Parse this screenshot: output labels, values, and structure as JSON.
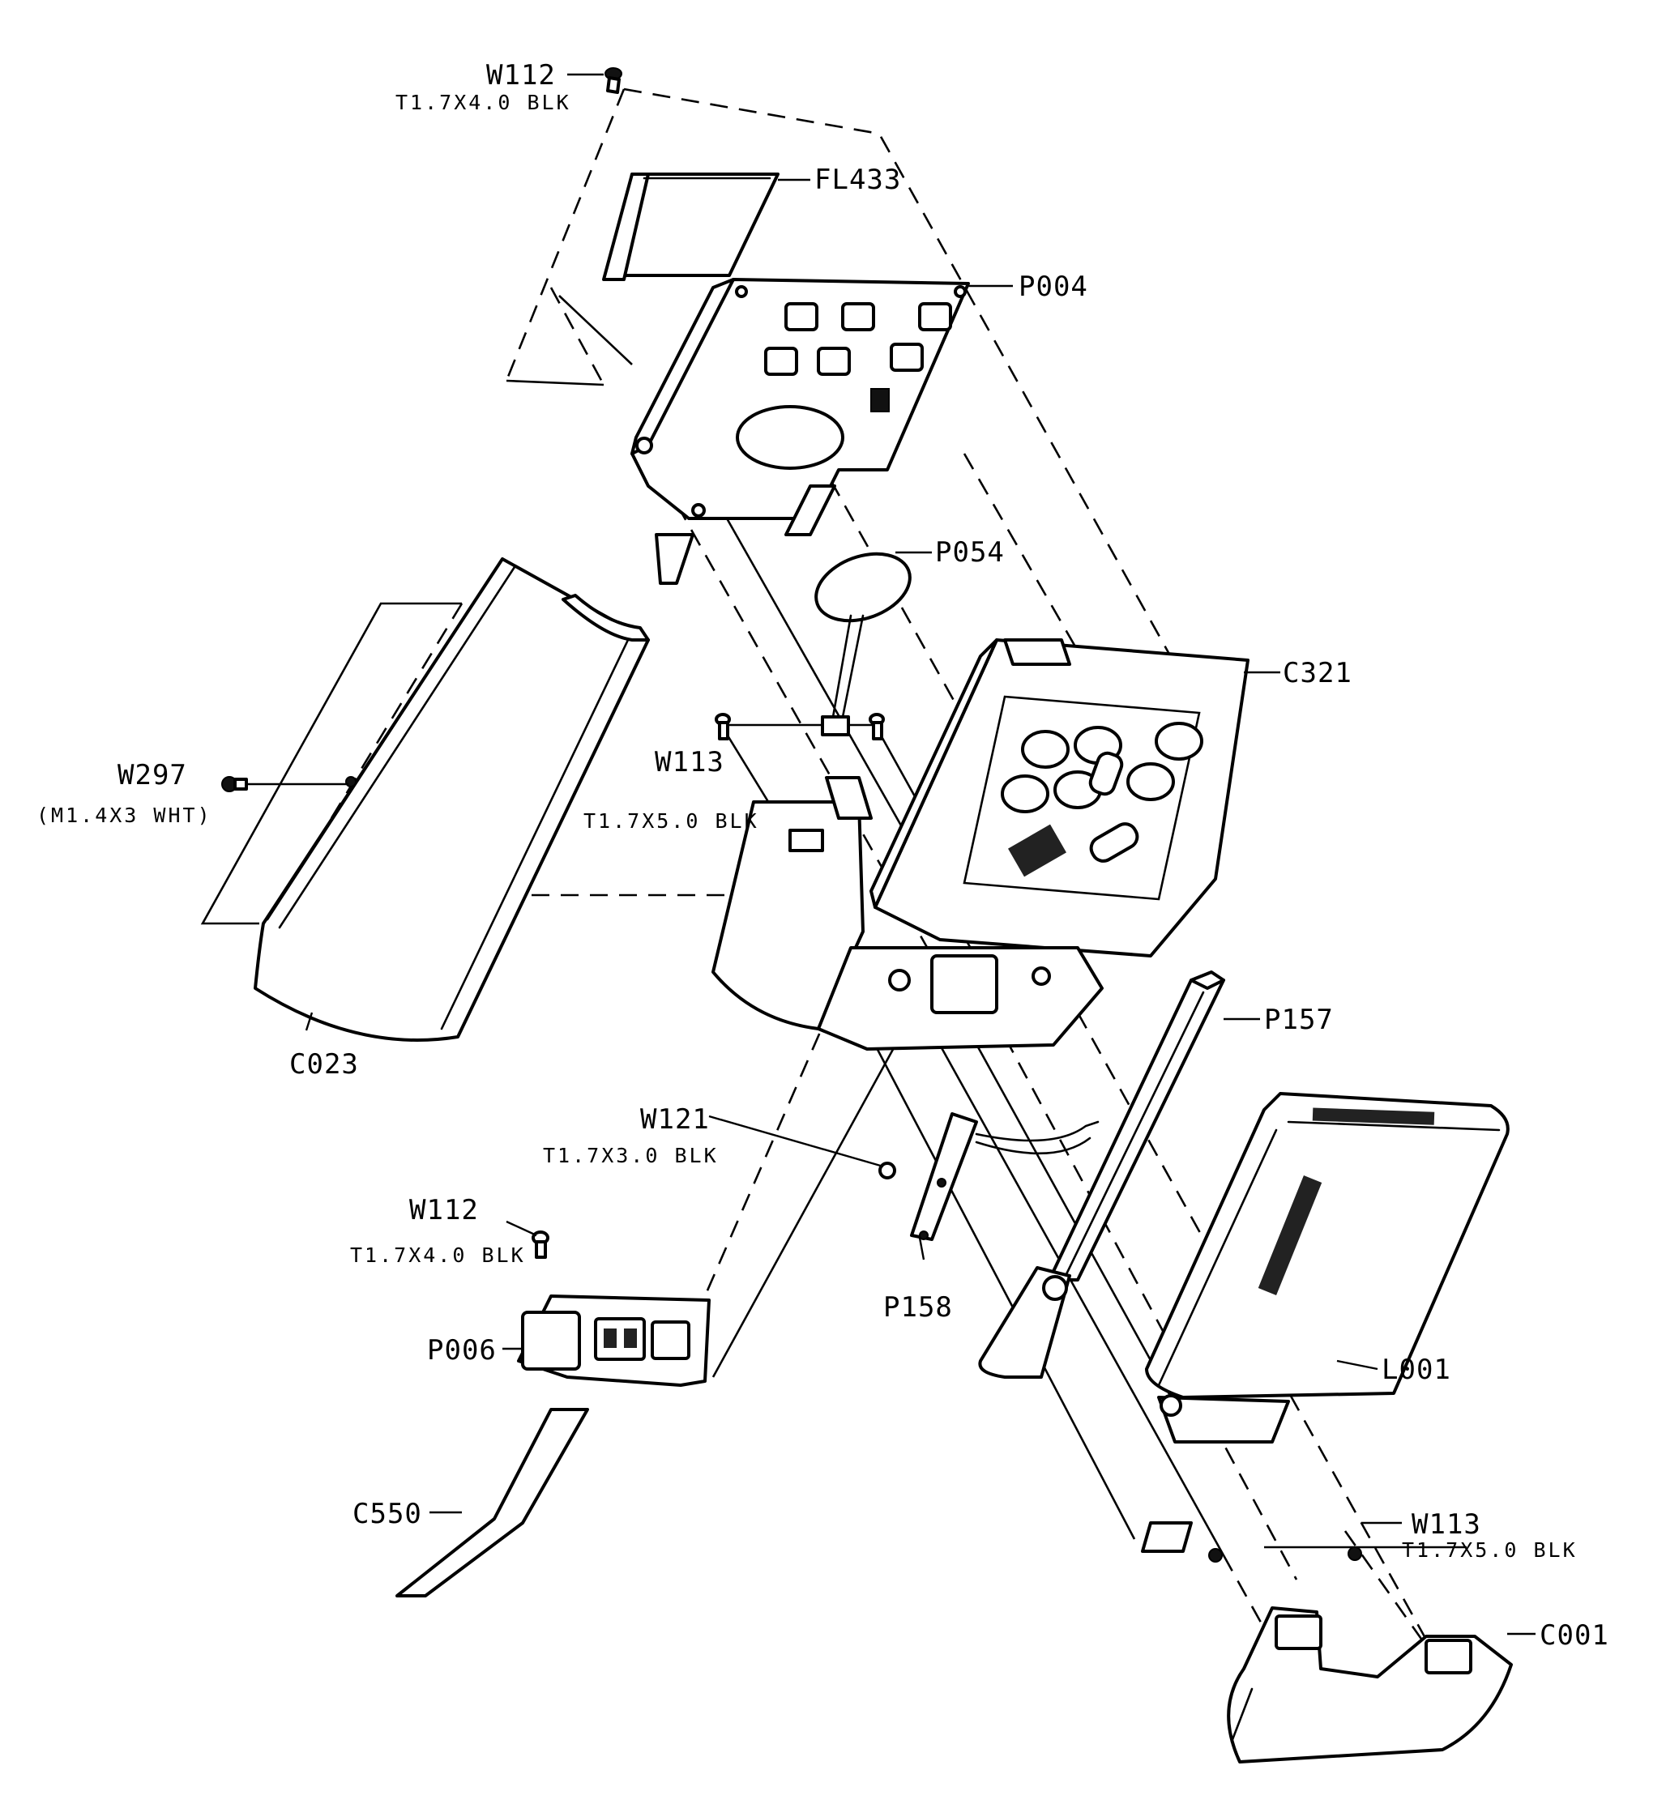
{
  "labels": {
    "w112_top": {
      "code": "W112",
      "spec": "T1.7X4.0 BLK"
    },
    "fl433": {
      "code": "FL433"
    },
    "p004": {
      "code": "P004"
    },
    "p054": {
      "code": "P054"
    },
    "c321": {
      "code": "C321"
    },
    "w297": {
      "code": "W297",
      "spec": "(M1.4X3 WHT)"
    },
    "w113_mid": {
      "code": "W113",
      "spec": "T1.7X5.0 BLK"
    },
    "c023": {
      "code": "C023"
    },
    "p157": {
      "code": "P157"
    },
    "w121": {
      "code": "W121",
      "spec": "T1.7X3.0 BLK"
    },
    "w112_bottom": {
      "code": "W112",
      "spec": "T1.7X4.0 BLK"
    },
    "p158": {
      "code": "P158"
    },
    "p006": {
      "code": "P006"
    },
    "l001": {
      "code": "L001"
    },
    "c550": {
      "code": "C550"
    },
    "w113_bottom": {
      "code": "W113",
      "spec": "T1.7X5.0 BLK"
    },
    "c001": {
      "code": "C001"
    }
  },
  "colors": {
    "line": "#000000",
    "background": "#ffffff"
  },
  "icon_names": [
    "screw-icon",
    "button-icon",
    "coin-battery-icon"
  ]
}
